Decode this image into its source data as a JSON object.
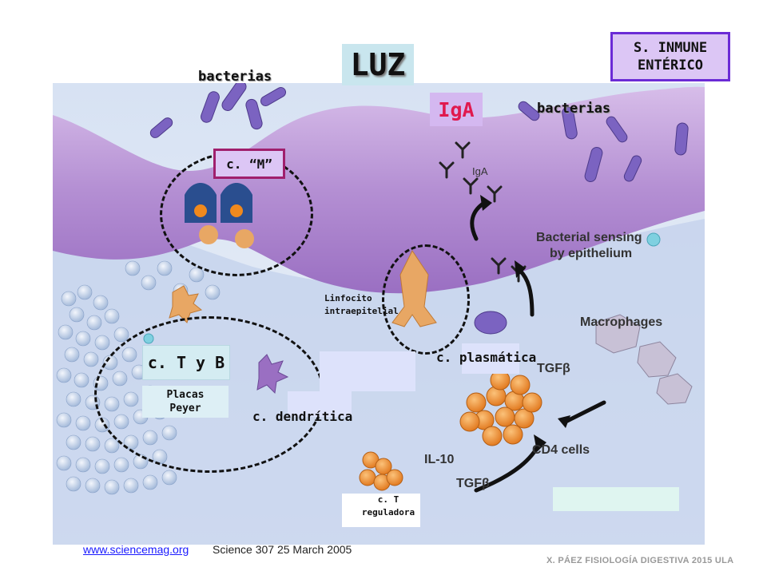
{
  "title": "LUZ",
  "badge": {
    "line1": "S. INMUNE",
    "line2": "ENTÉRICO"
  },
  "labels": {
    "bacterias_left": "bacterias",
    "bacterias_right": "bacterias",
    "iga": "IgA",
    "celula_m": "c. “M”",
    "linfocito_line1": "Linfocito",
    "linfocito_line2": "intraepitelial",
    "plasmatica": "c. plasmática",
    "celula_t_y_b": "c. T y B",
    "placas_line1": "Placas",
    "placas_line2": "Peyer",
    "dendritica": "c. dendrítica",
    "t_reguladora_line1": "c. T",
    "t_reguladora_line2": "reguladora"
  },
  "figure_text": {
    "iga_small": "IgA",
    "bacterial_sensing_1": "Bacterial sensing",
    "bacterial_sensing_2": "by epithelium",
    "macrophages": "Macrophages",
    "tgfb_top": "TGFβ",
    "cd4": "CD4 cells",
    "il10": "IL-10",
    "tgfb_bottom": "TGFβ"
  },
  "footer": {
    "link": "www.sciencemag.org",
    "reference": "Science 307 25 March 2005",
    "credit": "X. PÁEZ  FISIOLOGÍA DIGESTIVA 2015 ULA"
  },
  "colors": {
    "background_tissue": "#c9d7ee",
    "epithelium": "#b48fd3",
    "iga_text": "#e0194e",
    "badge_border": "#6b2bd6",
    "cm_border": "#a01f6d",
    "cd4_cells": "#f0891d"
  }
}
